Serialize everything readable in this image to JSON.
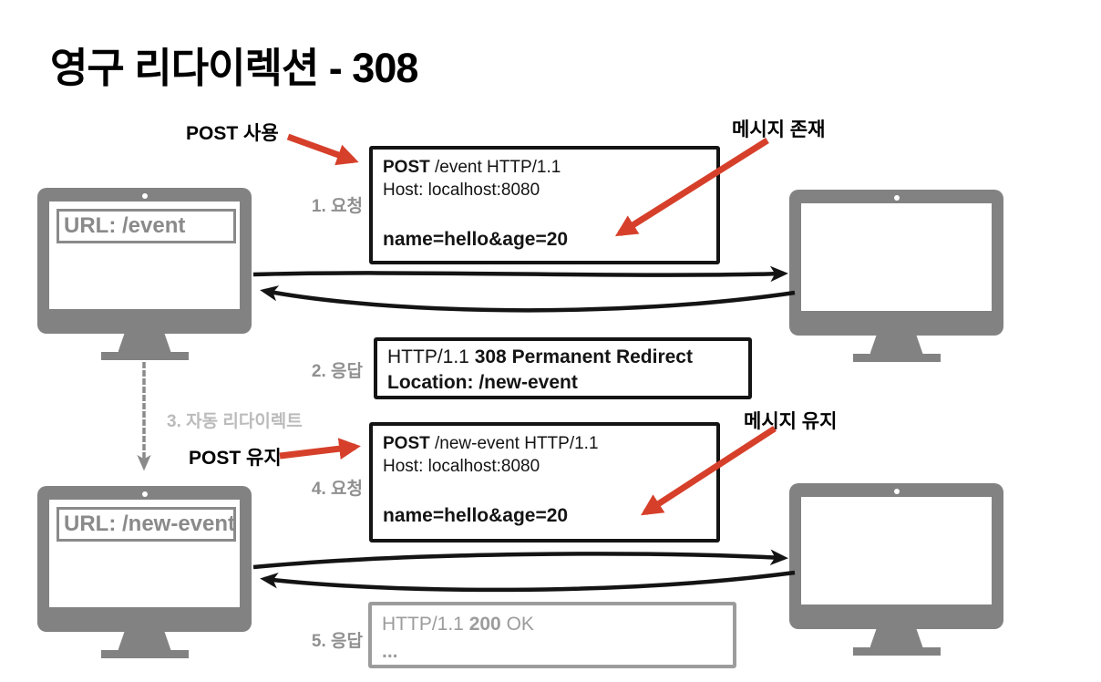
{
  "title": "영구 리다이렉션 - 308",
  "colors": {
    "monitor_gray": "#828282",
    "url_gray": "#8a8a8a",
    "step_gray": "#909090",
    "light_gray": "#bbbbbb",
    "muted_box_gray": "#9c9c9c",
    "ink_black": "#141414",
    "arrow_red": "#d6402b"
  },
  "annotations": {
    "post_use": "POST 사용",
    "message_exists": "메시지 존재",
    "post_keep": "POST 유지",
    "message_keep": "메시지 유지"
  },
  "steps": {
    "s1": "1. 요청",
    "s2": "2. 응답",
    "s3": "3. 자동 리다이렉트",
    "s4": "4. 요청",
    "s5": "5. 응답"
  },
  "clients": {
    "before_url": "URL: /event",
    "after_url": "URL: /new-event"
  },
  "boxes": {
    "request1": {
      "method": "POST",
      "target": " /event HTTP/1.1",
      "host": "Host: localhost:8080",
      "body": "name=hello&age=20"
    },
    "response1": {
      "proto": "HTTP/1.1 ",
      "status": "308 Permanent Redirect",
      "location": "Location: /new-event"
    },
    "request2": {
      "method": "POST",
      "target": " /new-event HTTP/1.1",
      "host": "Host: localhost:8080",
      "body": "name=hello&age=20"
    },
    "response2": {
      "proto": "HTTP/1.1 ",
      "status": "200",
      "status_rest": " OK",
      "body": "..."
    }
  }
}
